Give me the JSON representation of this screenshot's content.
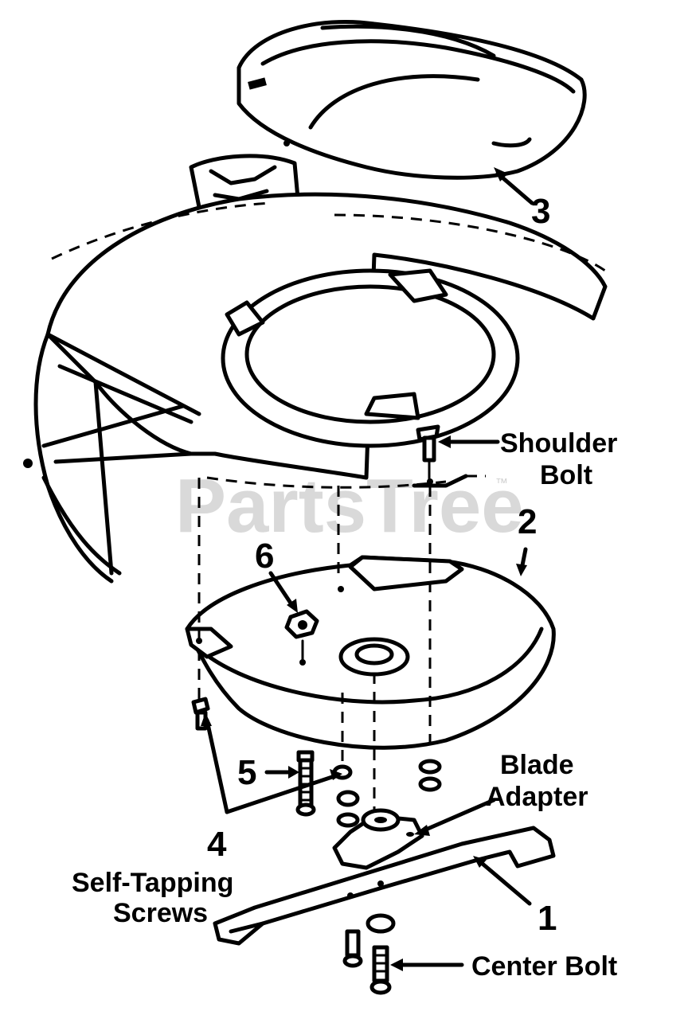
{
  "watermark": {
    "text": "PartsTree",
    "tm": "™"
  },
  "callouts": {
    "part_1": "1",
    "part_2": "2",
    "part_3": "3",
    "part_4": "4",
    "part_5": "5",
    "part_6": "6"
  },
  "labels": {
    "shoulder_bolt_line1": "Shoulder",
    "shoulder_bolt_line2": "Bolt",
    "blade_adapter_line1": "Blade",
    "blade_adapter_line2": "Adapter",
    "self_tapping_line1": "Self-Tapping",
    "self_tapping_line2": "Screws",
    "center_bolt": "Center Bolt"
  }
}
